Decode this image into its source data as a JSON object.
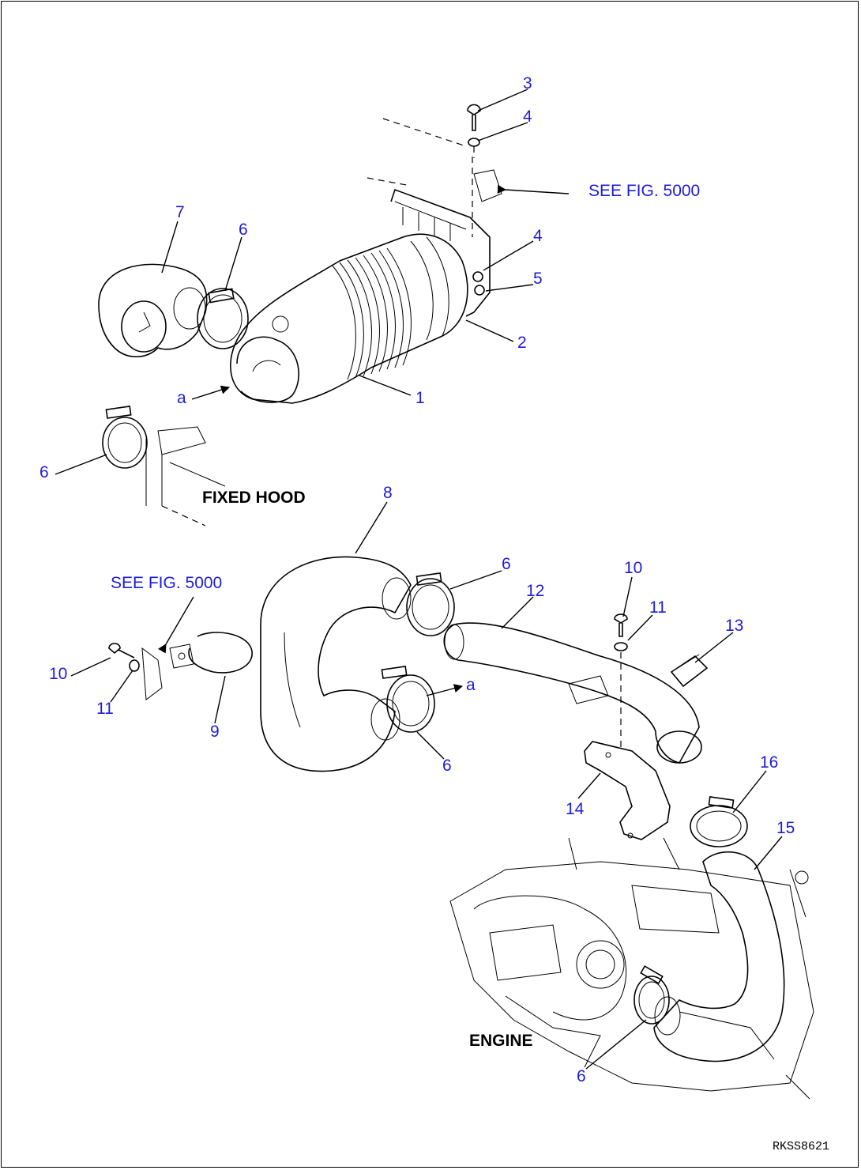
{
  "callouts": {
    "c3": "3",
    "c4a": "4",
    "c7": "7",
    "c6a": "6",
    "c4b": "4",
    "c5": "5",
    "c2": "2",
    "c1": "1",
    "c6b": "6",
    "c8": "8",
    "c6c": "6",
    "c12": "12",
    "c10a": "10",
    "c11a": "11",
    "c13": "13",
    "c10b": "10",
    "c11b": "11",
    "c6d": "6",
    "c9": "9",
    "c16": "16",
    "c14": "14",
    "c15": "15",
    "c6e": "6"
  },
  "flow_labels": {
    "a_top": "a",
    "a_mid": "a"
  },
  "references": {
    "top": "SEE FIG. 5000",
    "left": "SEE FIG. 5000"
  },
  "labels": {
    "fixed_hood": "FIXED HOOD",
    "engine": "ENGINE"
  },
  "drawing_code": "RKSS8621"
}
